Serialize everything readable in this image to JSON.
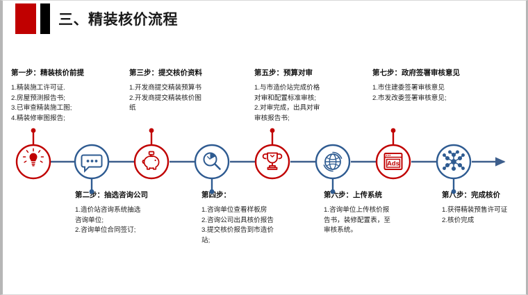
{
  "header": {
    "title": "三、精装核价流程",
    "accent_red": "#C00000",
    "accent_black": "#000000"
  },
  "theme": {
    "red": "#C00000",
    "blue": "#2E5B91",
    "line": "#3D5E8C",
    "text": "#222222"
  },
  "steps": [
    {
      "id": "step-1",
      "position": "top",
      "color": "#C00000",
      "icon": "lightbulb-icon",
      "title": "第一步：精装核价前提",
      "lines": [
        "1.精装施工许可证.",
        "2.房屋预测报告书;",
        "3.已审查精装施工图;",
        "4.精装修审图报告;"
      ]
    },
    {
      "id": "step-2",
      "position": "bottom",
      "color": "#2E5B91",
      "icon": "speech-bubble-icon",
      "title": "第二步：抽选咨询公司",
      "lines": [
        "1.造价站咨询系统抽选",
        "咨询单位;",
        "2.咨询单位合同签订;"
      ]
    },
    {
      "id": "step-3",
      "position": "top",
      "color": "#C00000",
      "icon": "piggy-bank-icon",
      "title": "第三步：提交核价资料",
      "lines": [
        "1.开发商提交精装预算书",
        "2.开发商提交精装核价图",
        "纸"
      ]
    },
    {
      "id": "step-4",
      "position": "bottom",
      "color": "#2E5B91",
      "icon": "magnifier-pie-icon",
      "title": "第四步：",
      "lines": [
        "1.咨询单位查看样板房",
        "2.咨询公司出具核价报告",
        "3.提交核价报告到市造价",
        "站;"
      ]
    },
    {
      "id": "step-5",
      "position": "top",
      "color": "#C00000",
      "icon": "trophy-icon",
      "title": "第五步：预算对审",
      "lines": [
        "1.与市造价站完成价格",
        "对审和配置标准审核;",
        "2.对审完成，出具对审",
        "审核报告书;"
      ]
    },
    {
      "id": "step-6",
      "position": "bottom",
      "color": "#2E5B91",
      "icon": "globe-icon",
      "title": "第六步：上传系统",
      "lines": [
        "1.咨询单位上传核价报",
        "告书，装修配置表，至",
        "审核系统。"
      ]
    },
    {
      "id": "step-7",
      "position": "top",
      "color": "#C00000",
      "icon": "ads-window-icon",
      "title": "第七步：政府签署审核意见",
      "lines": [
        "1.市住建委签署审核意见",
        "2.市发改委签署审核意见;"
      ]
    },
    {
      "id": "step-8",
      "position": "bottom",
      "color": "#2E5B91",
      "icon": "molecule-icon",
      "title": "第八步：完成核价",
      "lines": [
        "1.获得精装预售许可证",
        "2.核价完成"
      ]
    }
  ]
}
